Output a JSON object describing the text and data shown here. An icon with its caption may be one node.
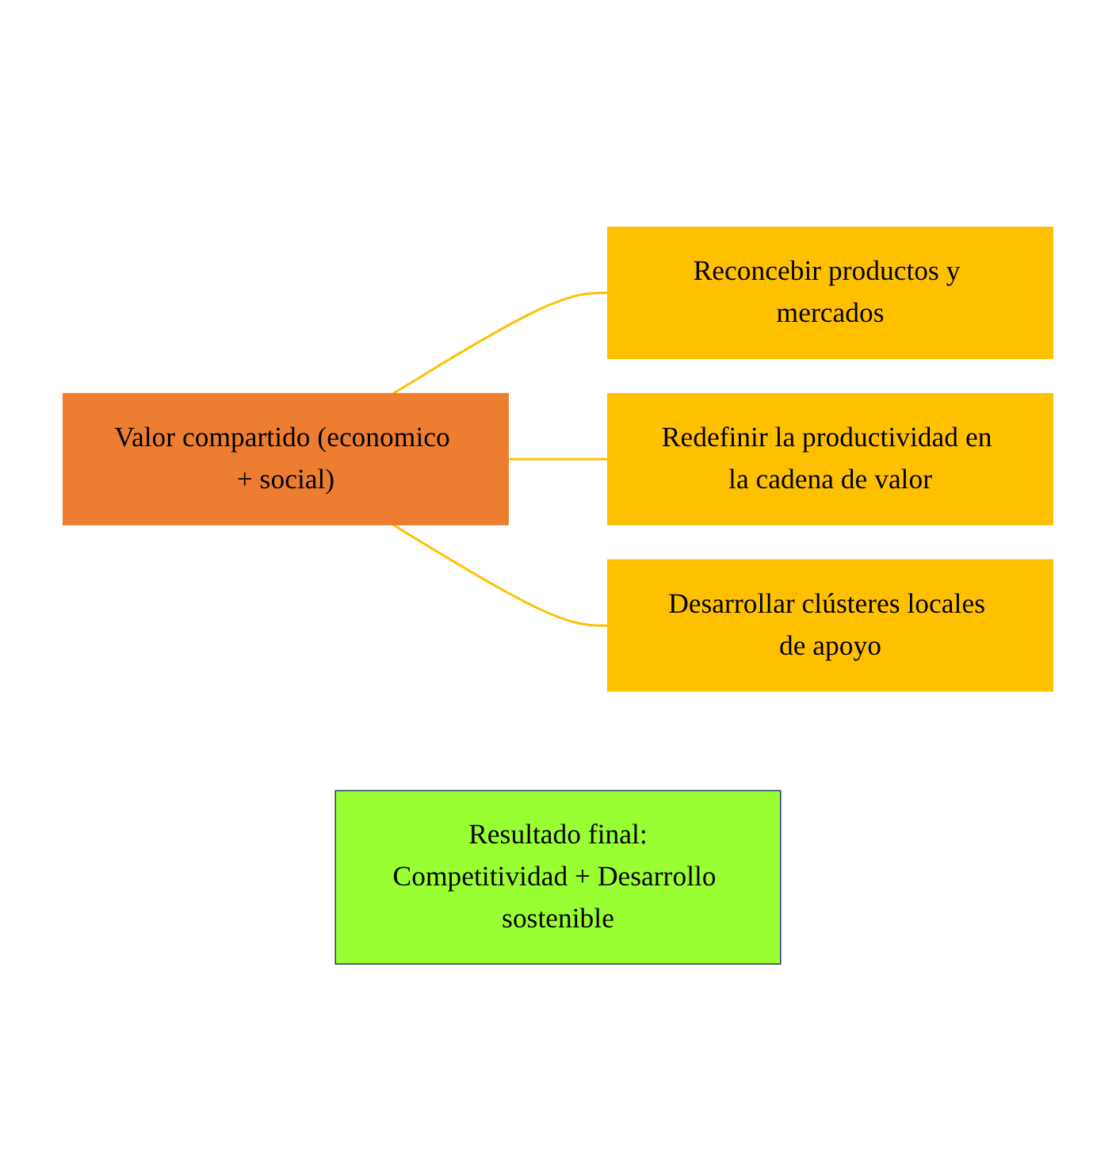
{
  "diagram": {
    "nodes": [
      {
        "text": [
          "Valor compartido (economico + social)"
        ]
      },
      {
        "text": [
          "Reconcebir productos y mercados"
        ]
      },
      {
        "text": [
          "Redefinir la productividad en la cadena de valor"
        ]
      },
      {
        "text": [
          "Desarrollar clústeres locales de apoyo"
        ]
      },
      {
        "text": [
          "Resultado final:",
          "Competitividad + Desarrollo sostenible"
        ]
      }
    ],
    "edges": [
      {
        "from": 0,
        "to": 1,
        "arrow": "none"
      },
      {
        "from": 0,
        "to": 2,
        "arrow": "none"
      },
      {
        "from": 0,
        "to": 3,
        "arrow": "none"
      }
    ]
  }
}
